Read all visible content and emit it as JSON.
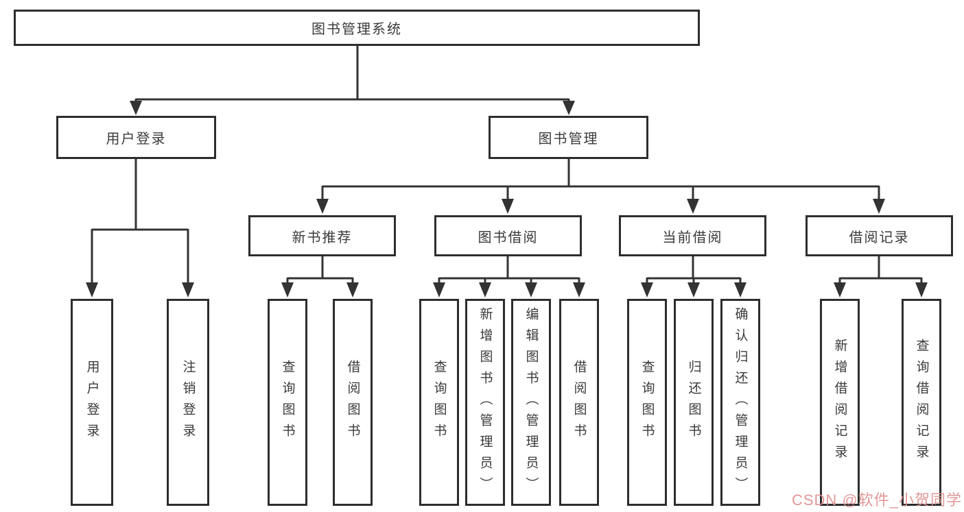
{
  "tree": {
    "root": {
      "label": "图书管理系统"
    },
    "children": [
      {
        "label": "用户登录",
        "children": [
          {
            "label": "用户登录"
          },
          {
            "label": "注销登录"
          }
        ]
      },
      {
        "label": "图书管理",
        "children": [
          {
            "label": "新书推荐",
            "children": [
              {
                "label": "查询图书"
              },
              {
                "label": "借阅图书"
              }
            ]
          },
          {
            "label": "图书借阅",
            "children": [
              {
                "label": "查询图书"
              },
              {
                "label": "新增图书（管理员）"
              },
              {
                "label": "编辑图书（管理员）"
              },
              {
                "label": "借阅图书"
              }
            ]
          },
          {
            "label": "当前借阅",
            "children": [
              {
                "label": "查询图书"
              },
              {
                "label": "归还图书"
              },
              {
                "label": "确认归还（管理员）"
              }
            ]
          },
          {
            "label": "借阅记录",
            "children": [
              {
                "label": "新增借阅记录"
              },
              {
                "label": "查询借阅记录"
              }
            ]
          }
        ]
      }
    ]
  },
  "watermark": {
    "text": "CSDN @软件_小贺同学"
  },
  "colors": {
    "line": "#333333",
    "box_border": "#2d2d2d",
    "text": "#3a3a3a",
    "background": "#ffffff",
    "watermark": "#e08f8f"
  }
}
